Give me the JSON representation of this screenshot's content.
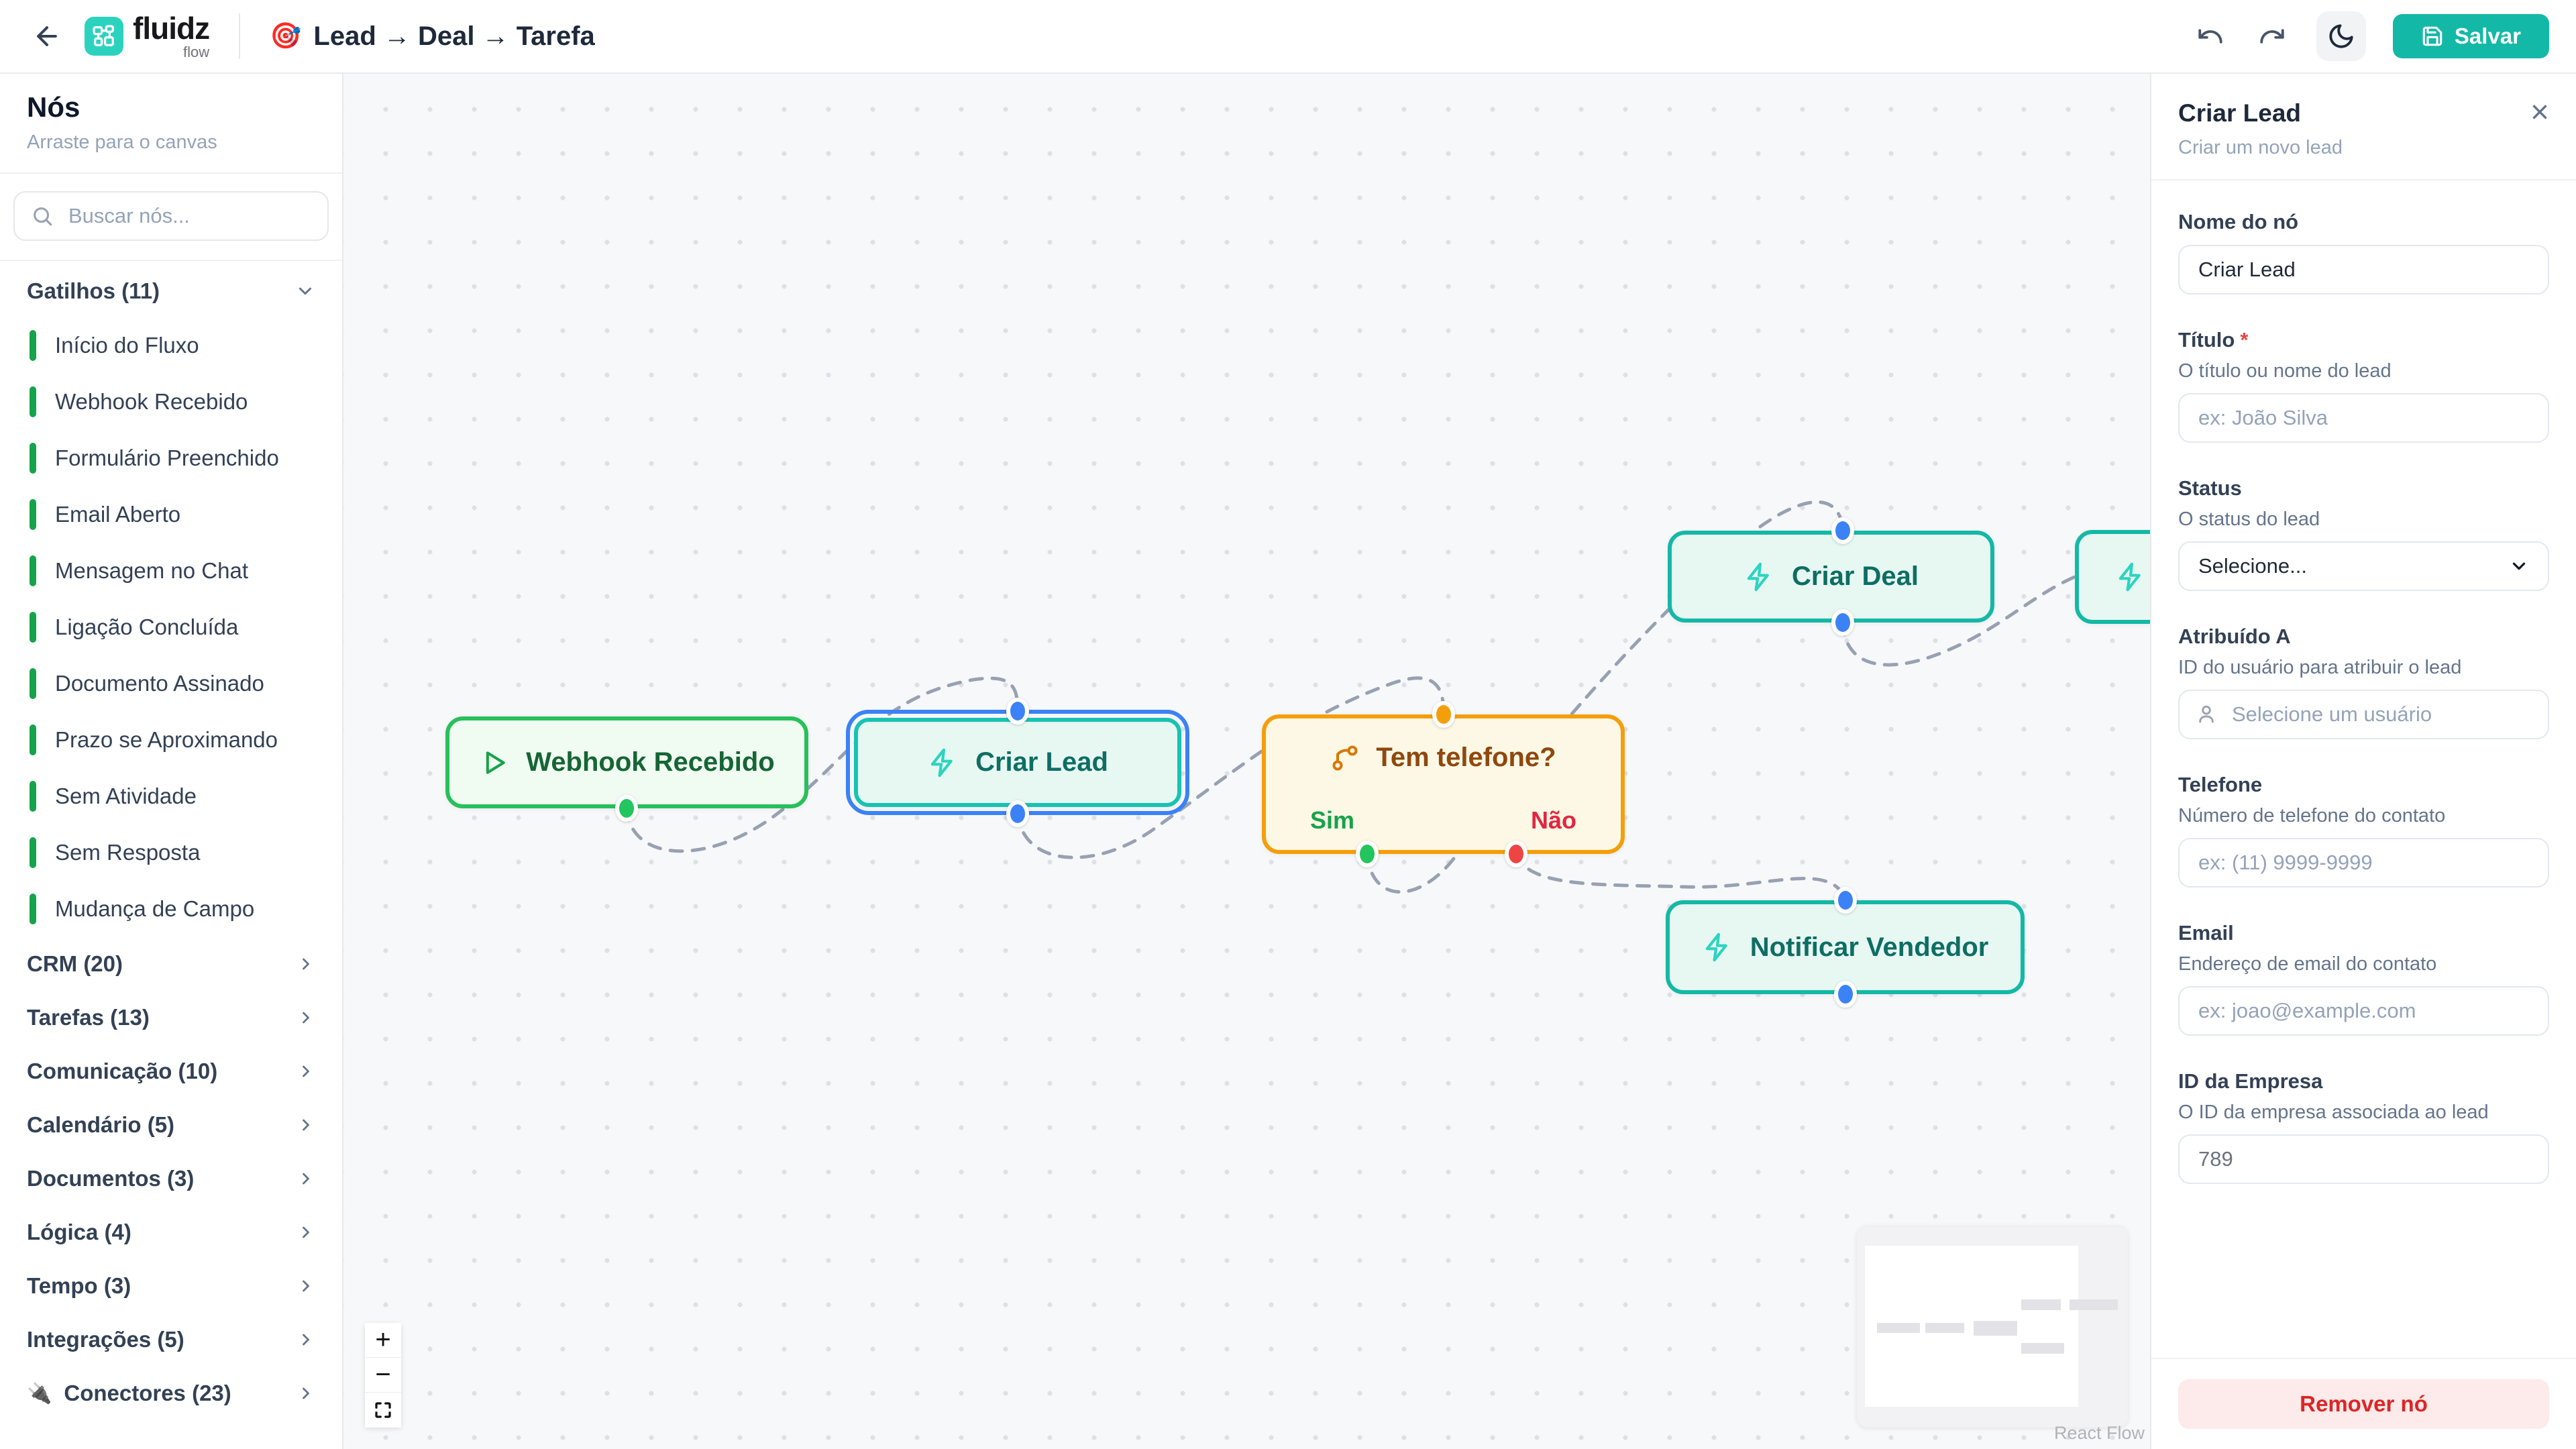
{
  "header": {
    "logo": {
      "text": "fluidz",
      "sub": "flow"
    },
    "title_emoji": "🎯",
    "title": "Lead → Deal → Tarefa",
    "save_label": "Salvar"
  },
  "sidebar": {
    "title": "Nós",
    "subtitle": "Arraste para o canvas",
    "search_placeholder": "Buscar nós...",
    "triggers_section_label": "Gatilhos (11)",
    "trigger_items": [
      "Início do Fluxo",
      "Webhook Recebido",
      "Formulário Preenchido",
      "Email Aberto",
      "Mensagem no Chat",
      "Ligação Concluída",
      "Documento Assinado",
      "Prazo se Aproximando",
      "Sem Atividade",
      "Sem Resposta",
      "Mudança de Campo"
    ],
    "categories": [
      {
        "label": "CRM (20)",
        "icon": ""
      },
      {
        "label": "Tarefas (13)",
        "icon": ""
      },
      {
        "label": "Comunicação (10)",
        "icon": ""
      },
      {
        "label": "Calendário (5)",
        "icon": ""
      },
      {
        "label": "Documentos (3)",
        "icon": ""
      },
      {
        "label": "Lógica (4)",
        "icon": ""
      },
      {
        "label": "Tempo (3)",
        "icon": ""
      },
      {
        "label": "Integrações (5)",
        "icon": ""
      },
      {
        "label": "Conectores (23)",
        "icon": "🔌"
      }
    ]
  },
  "canvas": {
    "nodes": {
      "webhook": {
        "label": "Webhook Recebido"
      },
      "criar_lead": {
        "label": "Criar Lead"
      },
      "tem_telefone": {
        "label": "Tem telefone?",
        "yes": "Sim",
        "no": "Não"
      },
      "criar_deal": {
        "label": "Criar Deal"
      },
      "notificar": {
        "label": "Notificar Vendedor"
      }
    },
    "controls": {
      "zoom_in": "+",
      "zoom_out": "−"
    },
    "attribution": "React Flow"
  },
  "panel": {
    "title": "Criar Lead",
    "subtitle": "Criar um novo lead",
    "close_icon": "×",
    "fields": {
      "nome": {
        "label": "Nome do nó",
        "value": "Criar Lead"
      },
      "titulo": {
        "label": "Título",
        "required": "*",
        "helper": "O título ou nome do lead",
        "placeholder": "ex: João Silva"
      },
      "status": {
        "label": "Status",
        "helper": "O status do lead",
        "value": "Selecione..."
      },
      "atribuido": {
        "label": "Atribuído A",
        "helper": "ID do usuário para atribuir o lead",
        "placeholder": "Selecione um usuário"
      },
      "telefone": {
        "label": "Telefone",
        "helper": "Número de telefone do contato",
        "placeholder": "ex: (11) 9999-9999"
      },
      "email": {
        "label": "Email",
        "helper": "Endereço de email do contato",
        "placeholder": "ex: joao@example.com"
      },
      "empresa": {
        "label": "ID da Empresa",
        "helper": "O ID da empresa associada ao lead",
        "value": "789"
      }
    },
    "remove_label": "Remover nó"
  },
  "colors": {
    "accent_teal": "#14b8a6",
    "selection_blue": "#3b82f6",
    "trigger_green": "#22c55e",
    "condition_orange": "#f59e0b",
    "danger_red": "#dc2626",
    "edge_gray": "#97a1b2"
  }
}
